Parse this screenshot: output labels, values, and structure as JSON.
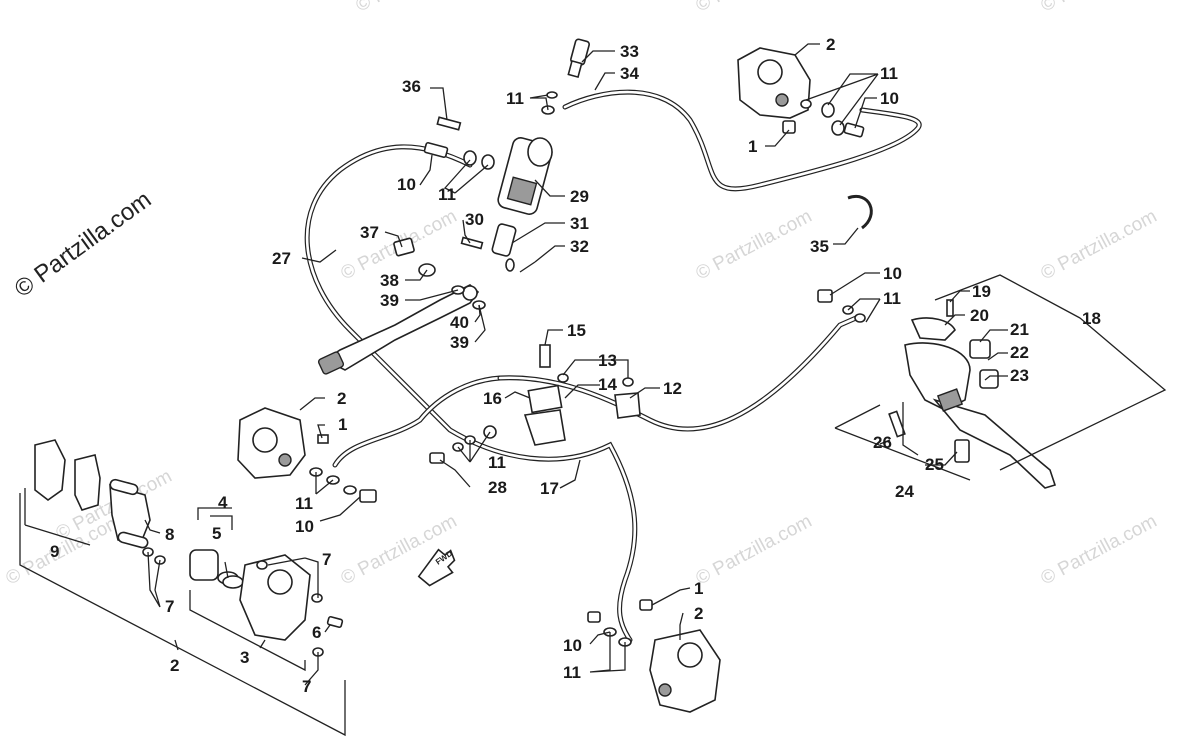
{
  "watermark": {
    "brand_text": "© Partzilla.com",
    "tile_text": "© Partzilla.com"
  },
  "direction_arrow": {
    "label": "FWD"
  },
  "colors": {
    "line": "#222222",
    "watermark": "#d6d6d6",
    "background": "#ffffff"
  },
  "callouts": [
    {
      "id": "c1",
      "label": "33"
    },
    {
      "id": "c2",
      "label": "34"
    },
    {
      "id": "c3",
      "label": "11"
    },
    {
      "id": "c4",
      "label": "36"
    },
    {
      "id": "c5",
      "label": "10"
    },
    {
      "id": "c6",
      "label": "11"
    },
    {
      "id": "c7",
      "label": "29"
    },
    {
      "id": "c8",
      "label": "30"
    },
    {
      "id": "c9",
      "label": "31"
    },
    {
      "id": "c10",
      "label": "37"
    },
    {
      "id": "c11",
      "label": "32"
    },
    {
      "id": "c12",
      "label": "27"
    },
    {
      "id": "c13",
      "label": "38"
    },
    {
      "id": "c14",
      "label": "39"
    },
    {
      "id": "c15",
      "label": "40"
    },
    {
      "id": "c16",
      "label": "39"
    },
    {
      "id": "c17",
      "label": "2"
    },
    {
      "id": "c18",
      "label": "11"
    },
    {
      "id": "c19",
      "label": "10"
    },
    {
      "id": "c20",
      "label": "1"
    },
    {
      "id": "c21",
      "label": "35"
    },
    {
      "id": "c22",
      "label": "10"
    },
    {
      "id": "c23",
      "label": "11"
    },
    {
      "id": "c24",
      "label": "19"
    },
    {
      "id": "c25",
      "label": "18"
    },
    {
      "id": "c26",
      "label": "20"
    },
    {
      "id": "c27",
      "label": "21"
    },
    {
      "id": "c28",
      "label": "22"
    },
    {
      "id": "c29",
      "label": "23"
    },
    {
      "id": "c30",
      "label": "15"
    },
    {
      "id": "c31",
      "label": "13"
    },
    {
      "id": "c32",
      "label": "16"
    },
    {
      "id": "c33",
      "label": "14"
    },
    {
      "id": "c34",
      "label": "12"
    },
    {
      "id": "c35",
      "label": "2"
    },
    {
      "id": "c36",
      "label": "1"
    },
    {
      "id": "c37",
      "label": "26"
    },
    {
      "id": "c38",
      "label": "25"
    },
    {
      "id": "c39",
      "label": "24"
    },
    {
      "id": "c40",
      "label": "11"
    },
    {
      "id": "c41",
      "label": "28"
    },
    {
      "id": "c42",
      "label": "17"
    },
    {
      "id": "c43",
      "label": "11"
    },
    {
      "id": "c44",
      "label": "10"
    },
    {
      "id": "c45",
      "label": "4"
    },
    {
      "id": "c46",
      "label": "8"
    },
    {
      "id": "c47",
      "label": "9"
    },
    {
      "id": "c48",
      "label": "5"
    },
    {
      "id": "c49",
      "label": "7"
    },
    {
      "id": "c50",
      "label": "7"
    },
    {
      "id": "c51",
      "label": "6"
    },
    {
      "id": "c52",
      "label": "3"
    },
    {
      "id": "c53",
      "label": "2"
    },
    {
      "id": "c54",
      "label": "7"
    },
    {
      "id": "c55",
      "label": "1"
    },
    {
      "id": "c56",
      "label": "2"
    },
    {
      "id": "c57",
      "label": "10"
    },
    {
      "id": "c58",
      "label": "11"
    }
  ]
}
